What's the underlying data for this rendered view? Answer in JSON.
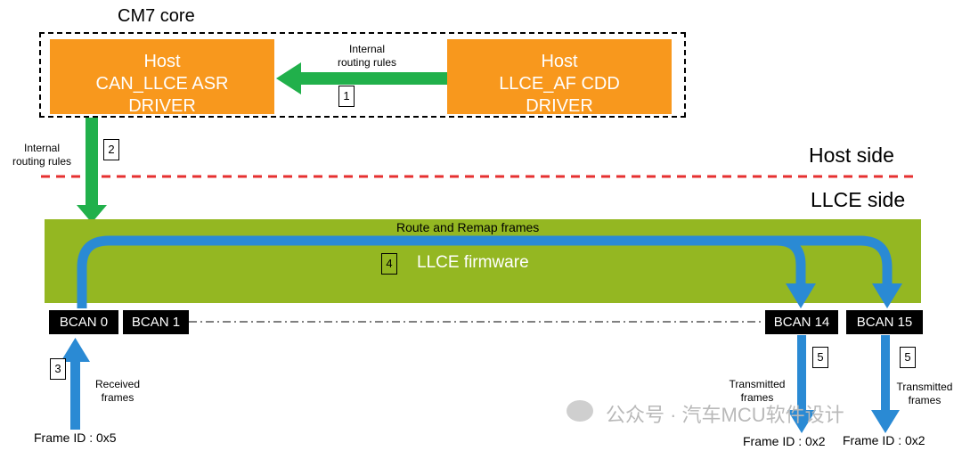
{
  "core": {
    "title": "CM7 core"
  },
  "host_left": {
    "line1": "Host",
    "line2": "CAN_LLCE ASR",
    "line3": "DRIVER"
  },
  "host_right": {
    "line1": "Host",
    "line2": "LLCE_AF CDD",
    "line3": "DRIVER"
  },
  "routing_top": {
    "line1": "Internal",
    "line2": "routing rules"
  },
  "routing_left": {
    "line1": "Internal",
    "line2": "routing rules"
  },
  "steps": {
    "s1": "1",
    "s2": "2",
    "s3": "3",
    "s4": "4",
    "s5a": "5",
    "s5b": "5"
  },
  "sides": {
    "host": "Host side",
    "llce": "LLCE side"
  },
  "firmware": {
    "route_title": "Route and Remap frames",
    "label": "LLCE firmware"
  },
  "bcans": {
    "b0": "BCAN 0",
    "b1": "BCAN 1",
    "b14": "BCAN 14",
    "b15": "BCAN 15"
  },
  "received": {
    "line1": "Received",
    "line2": "frames"
  },
  "transmitted_a": {
    "line1": "Transmitted",
    "line2": "frames"
  },
  "transmitted_b": {
    "line1": "Transmitted",
    "line2": "frames"
  },
  "frame_ids": {
    "in": "Frame ID : 0x5",
    "out14": "Frame ID : 0x2",
    "out15": "Frame ID : 0x2"
  },
  "watermark": "公众号 · 汽车MCU软件设计",
  "colors": {
    "host_box": "#f8981d",
    "green_arrow": "#21b04b",
    "blue_arrow": "#2a8ad4",
    "firmware_band": "#94b722",
    "divider": "#e63030"
  }
}
